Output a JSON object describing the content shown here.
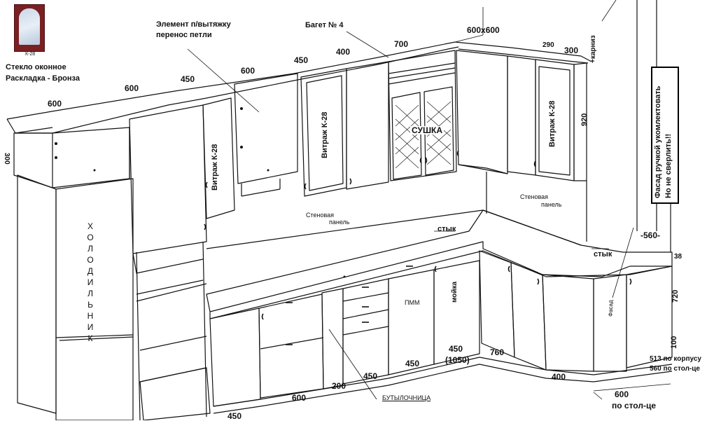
{
  "sample": {
    "code": "К-28",
    "caption_line1": "Стекло оконное",
    "caption_line2": "Раскладка - Бронза"
  },
  "callouts": {
    "hood_element_line1": "Элемент п/вытяжку",
    "hood_element_line2": "перенос петли",
    "baguette": "Багет № 4",
    "cornice": "+карниз",
    "handle_note_line1": "Фасад ручкой укомлектовать",
    "handle_note_line2": "Но не сверлить!!",
    "joint1": "стык",
    "joint2": "стык",
    "bottle_rack": "БУТЫЛОЧНИЦА"
  },
  "labels": {
    "fridge_letters": [
      "Х",
      "О",
      "Л",
      "О",
      "Д",
      "И",
      "Л",
      "Ь",
      "Н",
      "И",
      "К"
    ],
    "vitrage_left": "Витраж К-28",
    "vitrage_mid": "Витраж К-28",
    "vitrage_right": "Витраж К-28",
    "dryer": "СУШКА",
    "wall_panel_1_line1": "Стеновая",
    "wall_panel_1_line2": "панель",
    "wall_panel_2_line1": "Стеновая",
    "wall_panel_2_line2": "панель",
    "dishwasher": "ПММ",
    "sink": "мойка",
    "facade": "Фасад"
  },
  "dimensions": {
    "top_600_left": "600",
    "top_600_b": "600",
    "top_450_a": "450",
    "top_600_c": "600",
    "top_450_b": "450",
    "top_400": "400",
    "top_700": "700",
    "corner_600x600": "600х600",
    "top_290": "290",
    "top_300": "300",
    "height_300": "300",
    "height_920": "920",
    "depth_560": "-560-",
    "height_38": "38",
    "height_720": "720",
    "height_100": "100",
    "bottom_450_a": "450",
    "bottom_600": "600",
    "bottom_200": "200",
    "bottom_450_b": "450",
    "bottom_450_c": "450",
    "bottom_1050": "450",
    "bottom_1050_paren": "(1050)",
    "bottom_760": "760",
    "bottom_400": "400",
    "depth_513": "513 по корпусу",
    "depth_560_top": "560 по стол-це",
    "bottom_600_right": "600",
    "bottom_600_right_note": "по стол-це"
  }
}
